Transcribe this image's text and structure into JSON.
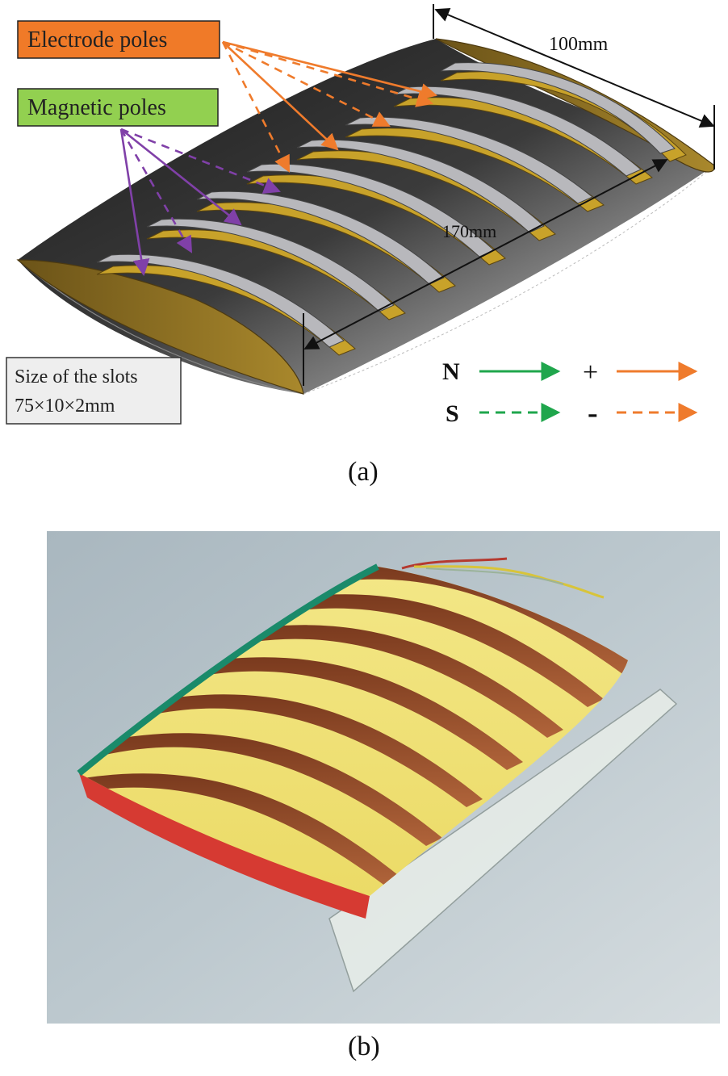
{
  "panel_a": {
    "caption": "(a)",
    "labels": {
      "electrode_poles": "Electrode poles",
      "magnetic_poles": "Magnetic poles",
      "width_dim": "100mm",
      "length_dim": "170mm",
      "slot_size_line1": "Size of the slots",
      "slot_size_line2": "75×10×2mm"
    },
    "legend": {
      "n_label": "N",
      "s_label": "S",
      "plus_label": "+",
      "minus_label": "-"
    },
    "colors": {
      "electrode_box": "#f07a28",
      "magnetic_box": "#92d050",
      "electrode_arrow": "#ef7b2c",
      "magnetic_arrow": "#8040a8",
      "legend_green": "#1fa64c",
      "slot_gold": "#c8a22a",
      "pole_gray": "#b8b8bc"
    }
  },
  "panel_b": {
    "caption": "(b)"
  }
}
